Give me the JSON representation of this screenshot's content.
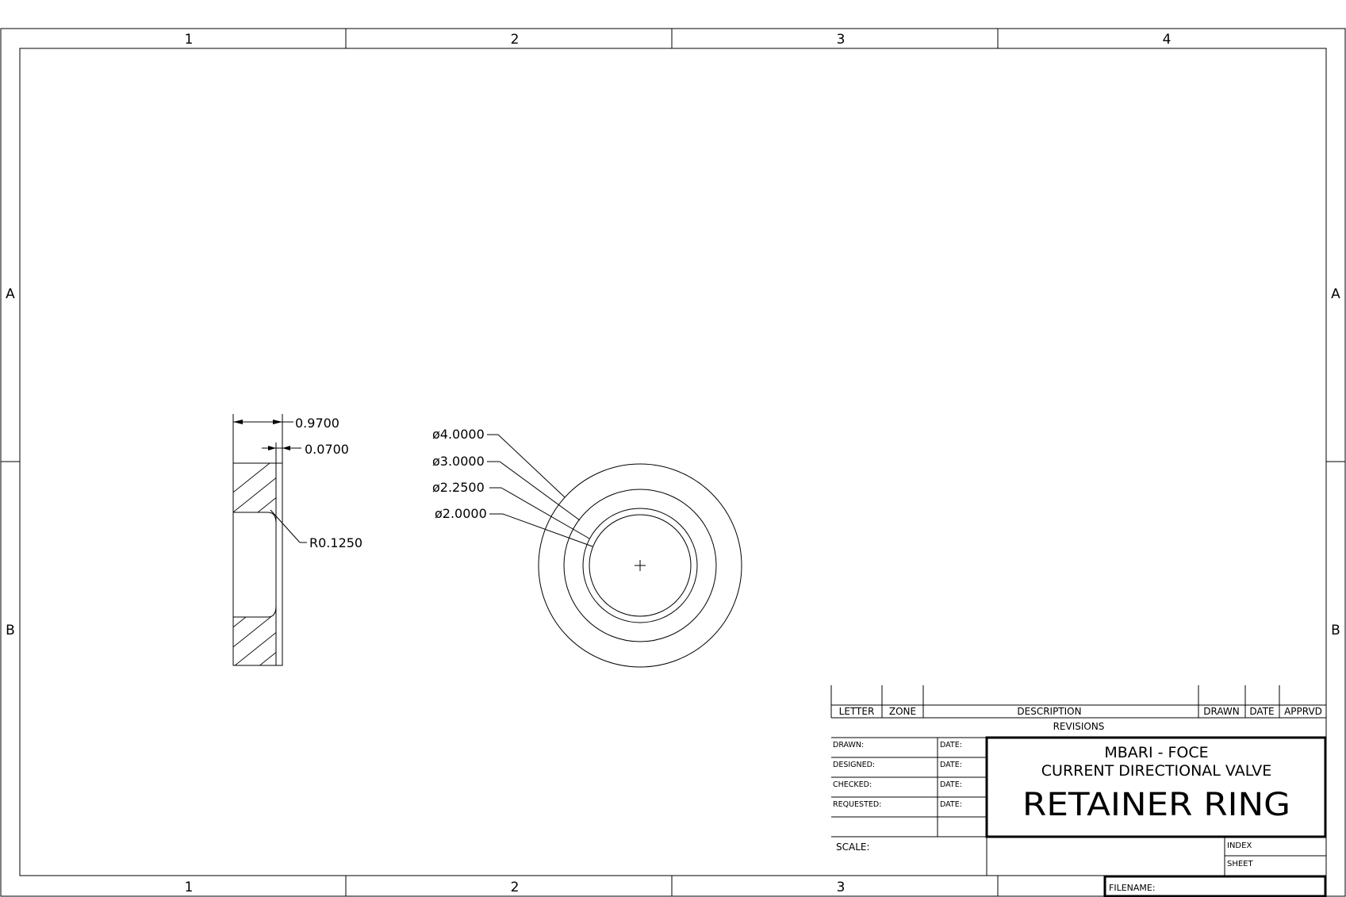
{
  "border": {
    "columns": [
      "1",
      "2",
      "3",
      "4"
    ],
    "rows": [
      "A",
      "B"
    ]
  },
  "side_view": {
    "dims": {
      "overall_width": "0.9700",
      "step_depth": "0.0700",
      "fillet_radius": "R0.1250"
    }
  },
  "front_view": {
    "diameters": [
      "ø4.0000",
      "ø3.0000",
      "ø2.2500",
      "ø2.0000"
    ]
  },
  "revisions": {
    "headers": [
      "LETTER",
      "ZONE",
      "DESCRIPTION",
      "DRAWN",
      "DATE",
      "APPRVD"
    ],
    "title": "REVISIONS"
  },
  "signoff": {
    "rows": [
      "DRAWN:",
      "DESIGNED:",
      "CHECKED:",
      "REQUESTED:"
    ],
    "date_label": "DATE:"
  },
  "title_block": {
    "org": "MBARI - FOCE",
    "project": "CURRENT DIRECTIONAL VALVE",
    "part": "RETAINER RING",
    "scale_label": "SCALE:",
    "index_label": "INDEX",
    "sheet_label": "SHEET",
    "filename_label": "FILENAME:"
  }
}
